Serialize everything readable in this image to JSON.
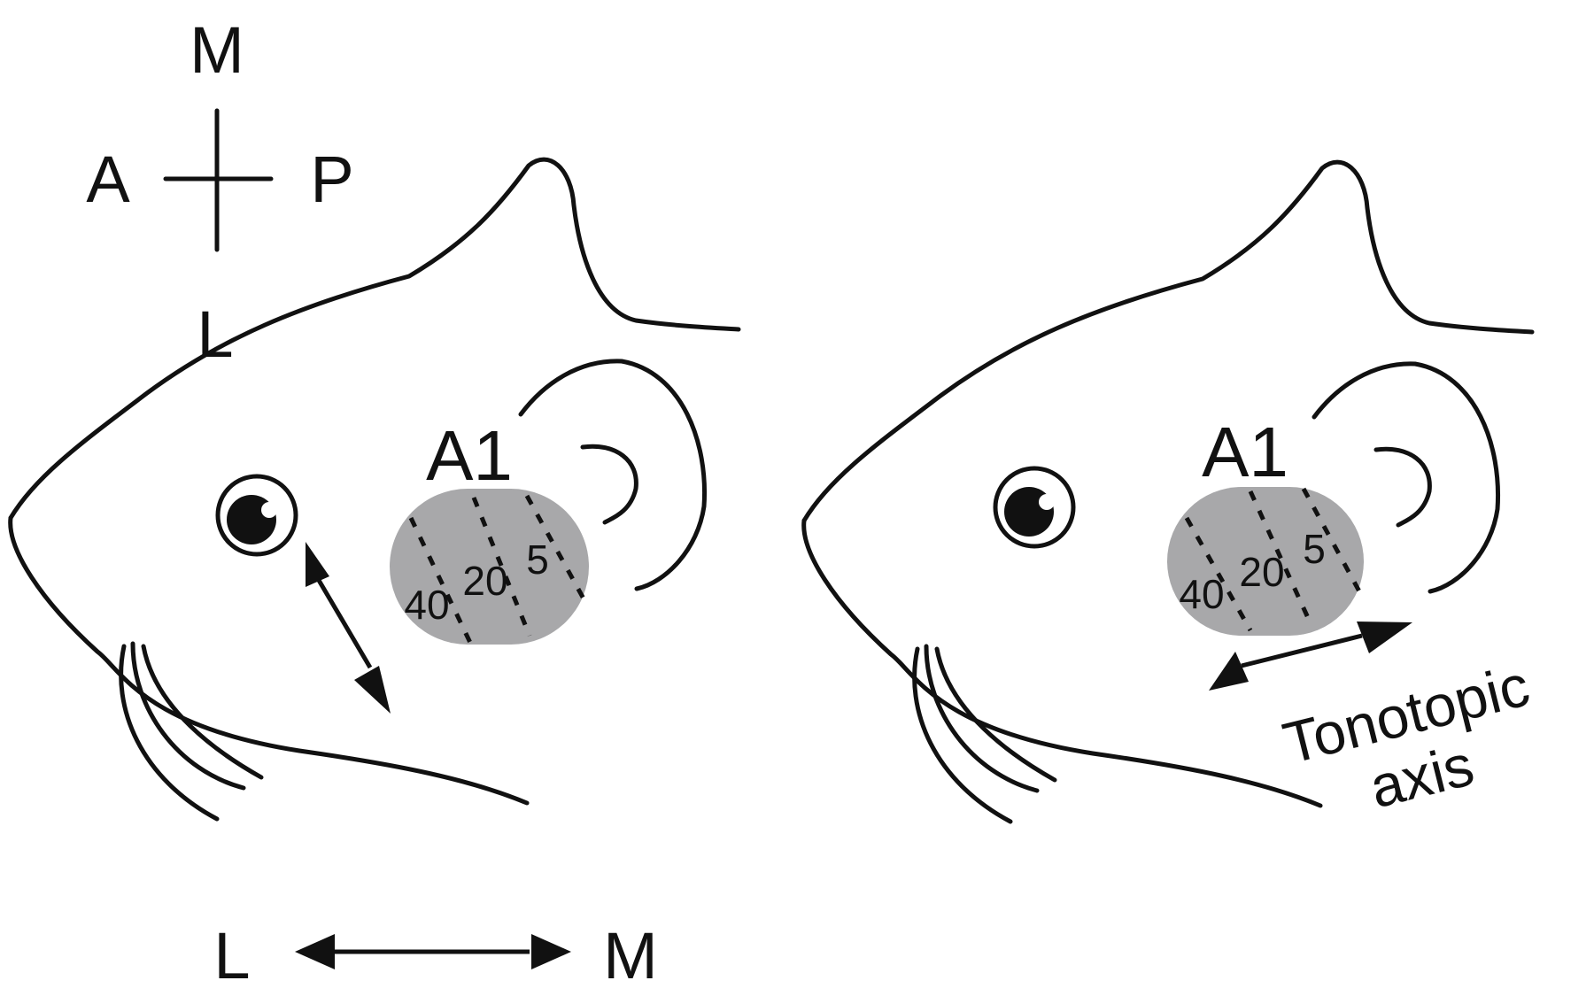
{
  "compass": {
    "top": "M",
    "left": "A",
    "right": "P",
    "bottom": "L"
  },
  "bottom_axis": {
    "left": "L",
    "right": "M"
  },
  "panels": [
    {
      "region": "A1",
      "frequencies": [
        "40",
        "20",
        "5"
      ]
    },
    {
      "region": "A1",
      "frequencies": [
        "40",
        "20",
        "5"
      ],
      "axis_label_line1": "Tonotopic",
      "axis_label_line2": "axis"
    }
  ],
  "colors": {
    "ink": "#111111",
    "region_fill": "#a8a8aa",
    "background": "#ffffff"
  }
}
